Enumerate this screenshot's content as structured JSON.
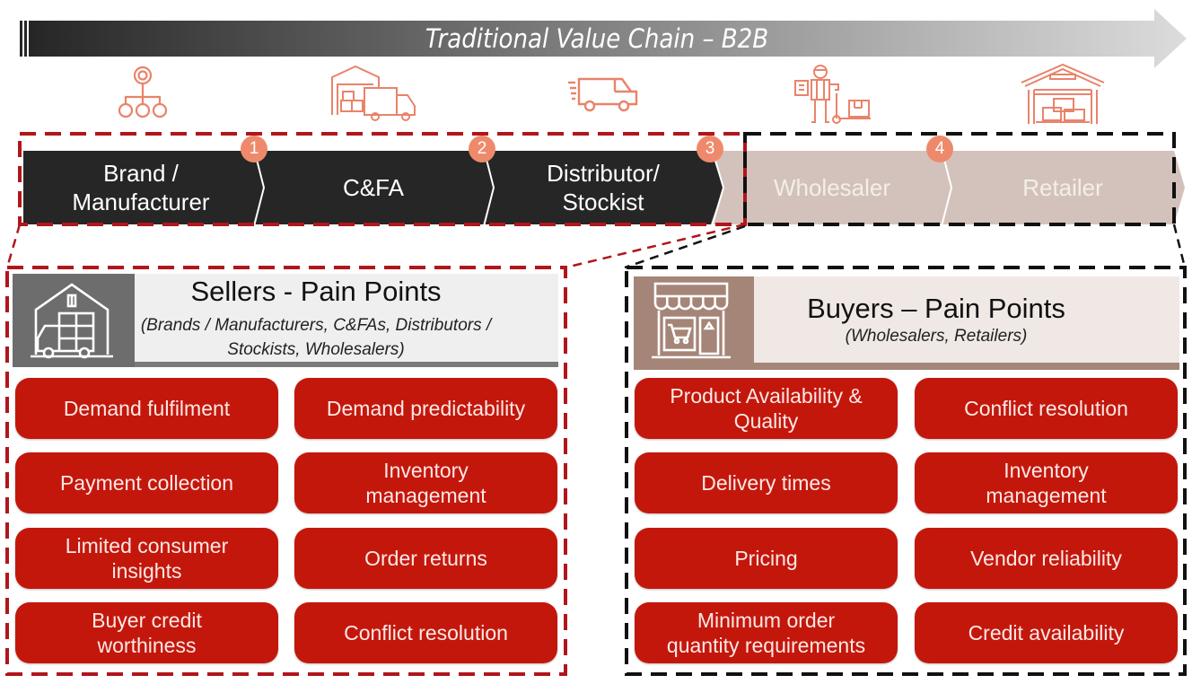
{
  "banner": {
    "title": "Traditional Value Chain – B2B"
  },
  "colors": {
    "accent_red": "#c4170c",
    "badge_orange": "#ee8a6b",
    "icon_orange": "#e9836a",
    "dark_chevron": "#262626",
    "light_chevron": "#d3c2bb",
    "seller_header_icon_bg": "#6d6d6d",
    "buyer_header_icon_bg": "#a58577"
  },
  "icons": [
    {
      "name": "org-hierarchy-icon",
      "stage": "Brand / Manufacturer"
    },
    {
      "name": "warehouse-truck-icon",
      "stage": "C&FA"
    },
    {
      "name": "delivery-van-icon",
      "stage": "Distributor/ Stockist"
    },
    {
      "name": "delivery-person-trolley-icon",
      "stage": "Wholesaler"
    },
    {
      "name": "storage-garage-boxes-icon",
      "stage": "Retailer"
    }
  ],
  "chain": {
    "stages": [
      {
        "label_line1": "Brand /",
        "label_line2": "Manufacturer"
      },
      {
        "label_line1": "C&FA",
        "label_line2": ""
      },
      {
        "label_line1": "Distributor/",
        "label_line2": "Stockist"
      },
      {
        "label_line1": "Wholesaler",
        "label_line2": ""
      },
      {
        "label_line1": "Retailer",
        "label_line2": ""
      }
    ],
    "badges": [
      "1",
      "2",
      "3",
      "4"
    ]
  },
  "sellers": {
    "title": "Sellers - Pain Points",
    "subtitle_line1": "(Brands / Manufacturers, C&FAs, Distributors /",
    "subtitle_line2": "Stockists, Wholesalers)",
    "icon": "warehouse-shelves-truck-icon",
    "pain_points": [
      [
        "Demand fulfilment"
      ],
      [
        "Demand predictability"
      ],
      [
        "Payment collection"
      ],
      [
        "Inventory",
        "management"
      ],
      [
        "Limited consumer",
        "insights"
      ],
      [
        "Order returns"
      ],
      [
        "Buyer credit",
        "worthiness"
      ],
      [
        "Conflict resolution"
      ]
    ]
  },
  "buyers": {
    "title": "Buyers – Pain Points",
    "subtitle": "(Wholesalers, Retailers)",
    "icon": "storefront-cart-icon",
    "pain_points": [
      [
        "Product Availability &",
        "Quality"
      ],
      [
        "Conflict resolution"
      ],
      [
        "Delivery times"
      ],
      [
        "Inventory",
        "management"
      ],
      [
        "Pricing"
      ],
      [
        "Vendor reliability"
      ],
      [
        "Minimum order",
        "quantity requirements"
      ],
      [
        "Credit availability"
      ]
    ]
  }
}
